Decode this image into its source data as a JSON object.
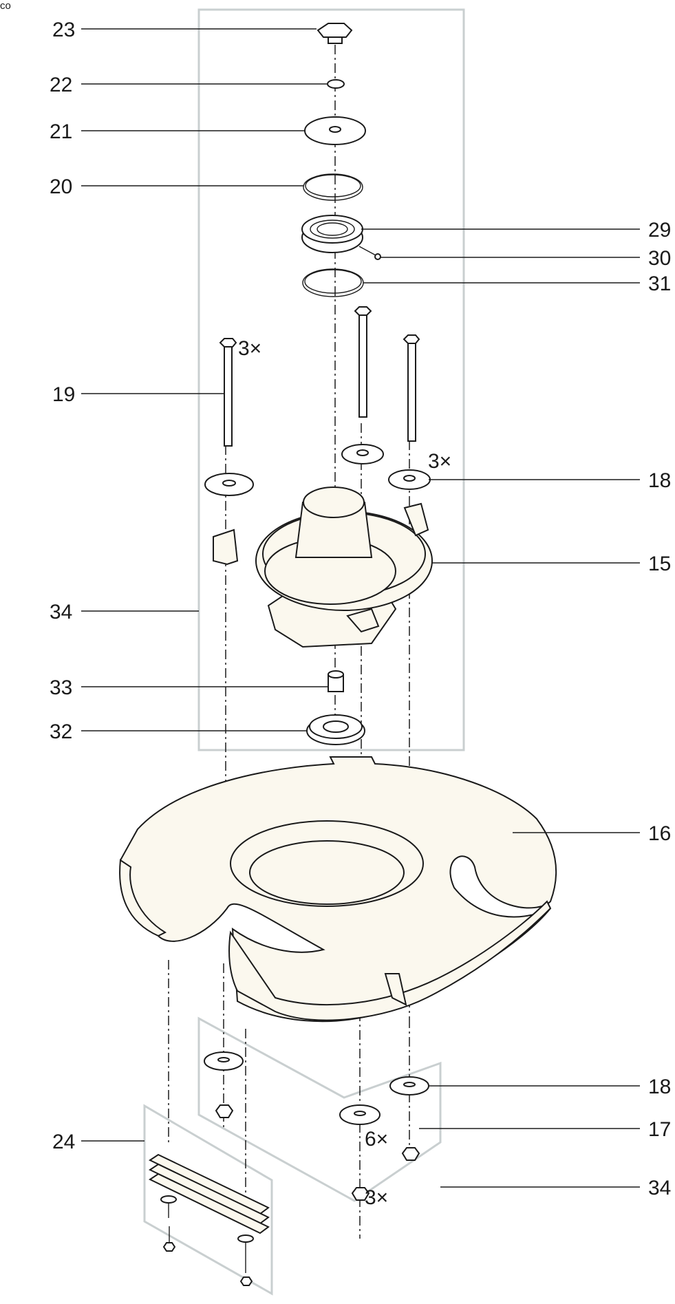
{
  "corner_mark": "co",
  "callouts": [
    {
      "id": "23",
      "text": "23"
    },
    {
      "id": "22",
      "text": "22"
    },
    {
      "id": "21",
      "text": "21"
    },
    {
      "id": "20",
      "text": "20"
    },
    {
      "id": "29",
      "text": "29"
    },
    {
      "id": "30",
      "text": "30"
    },
    {
      "id": "31",
      "text": "31"
    },
    {
      "id": "19",
      "text": "19"
    },
    {
      "id": "18a",
      "text": "18"
    },
    {
      "id": "15",
      "text": "15"
    },
    {
      "id": "34a",
      "text": "34"
    },
    {
      "id": "33",
      "text": "33"
    },
    {
      "id": "32",
      "text": "32"
    },
    {
      "id": "16",
      "text": "16"
    },
    {
      "id": "18b",
      "text": "18"
    },
    {
      "id": "24",
      "text": "24"
    },
    {
      "id": "17",
      "text": "17"
    },
    {
      "id": "34b",
      "text": "34"
    }
  ],
  "quantities": [
    {
      "id": "q-bolts",
      "text": "3×"
    },
    {
      "id": "q-washers-top",
      "text": "3×"
    },
    {
      "id": "q-washers-bottom",
      "text": "6×"
    },
    {
      "id": "q-nuts",
      "text": "3×"
    }
  ],
  "colors": {
    "line": "#1a1a1a",
    "part_fill": "#fbf8ee",
    "frame": "#c9cfd0"
  }
}
